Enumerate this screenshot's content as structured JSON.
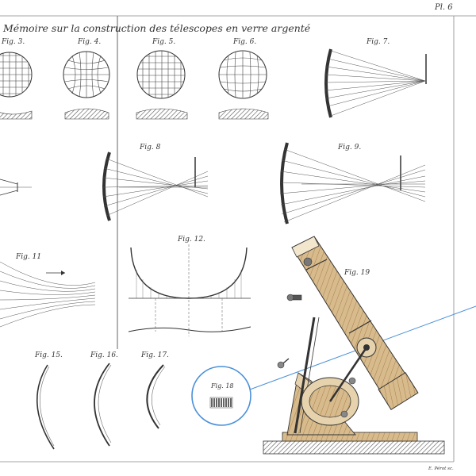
{
  "plate": {
    "number": "Pl. 6",
    "header": "Mémoire sur la construction des télescopes en verre argenté",
    "engraver": "E. Pérot sc."
  },
  "figures": {
    "fig3": "Fig. 3.",
    "fig4": "Fig. 4.",
    "fig5": "Fig. 5.",
    "fig6": "Fig. 6.",
    "fig7": "Fig. 7.",
    "fig8": "Fig. 8",
    "fig9": "Fig. 9.",
    "fig11": "Fig. 11",
    "fig12": "Fig. 12.",
    "fig15": "Fig. 15.",
    "fig16": "Fig. 16.",
    "fig17": "Fig. 17.",
    "fig18": "Fig. 18",
    "fig19": "Fig. 19"
  },
  "colors": {
    "ink": "#333333",
    "highlight": "#4a90d9",
    "wood": "#c9a878"
  }
}
